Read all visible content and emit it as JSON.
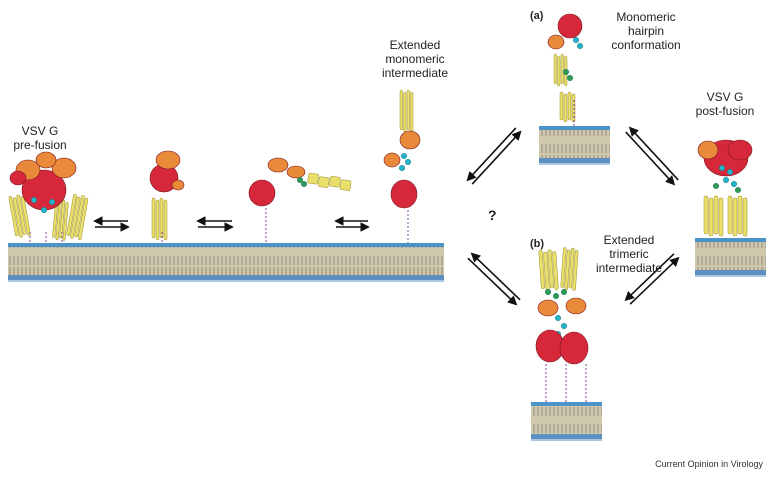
{
  "figure": {
    "credit": "Current Opinion in Virology",
    "question_mark": "?",
    "labels": {
      "prefusion": "VSV G\npre-fusion",
      "extended_monomeric": "Extended\nmonomeric\nintermediate",
      "hairpin": "Monomeric\nhairpin\nconformation",
      "postfusion": "VSV G\npost-fusion",
      "extended_trimeric": "Extended\ntrimeric\nintermediate"
    },
    "panel_tags": {
      "a": "(a)",
      "b": "(b)"
    }
  },
  "palette": {
    "red": "#d6283a",
    "orange": "#e9893a",
    "yellow": "#eadf6a",
    "cyan": "#25b3c7",
    "green": "#2f9a52",
    "purple": "#8a3fa0",
    "membrane_top": "#4c93c8",
    "membrane_body": "#c9c2a8",
    "membrane_bottom": "#5d8fc2"
  }
}
